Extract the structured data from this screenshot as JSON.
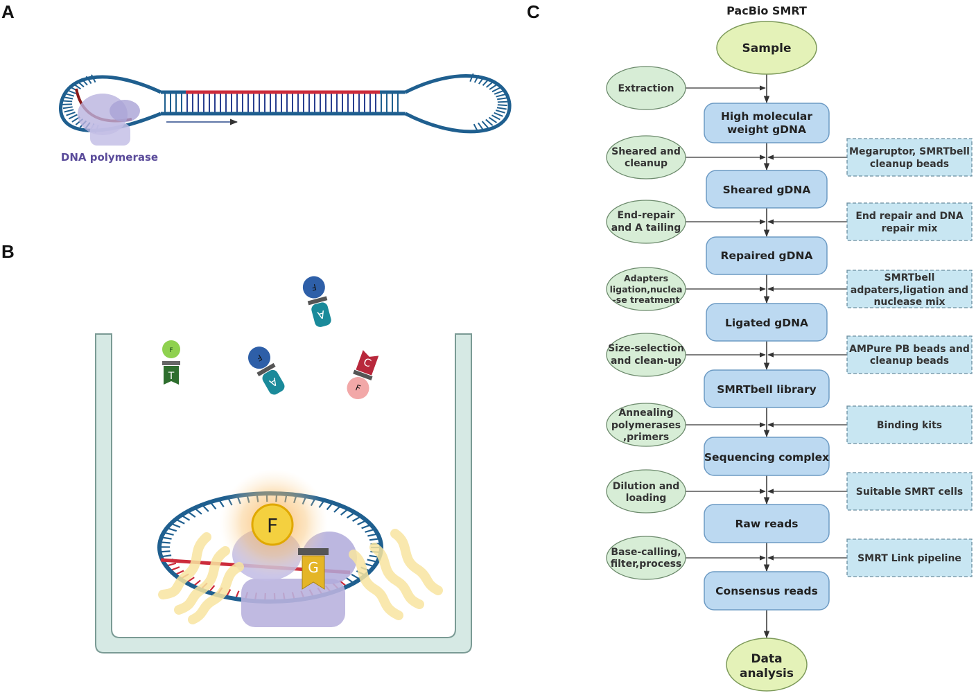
{
  "panels": {
    "a": "A",
    "b": "B",
    "c": "C"
  },
  "panel_a": {
    "enzyme_label": "DNA polymerase"
  },
  "panel_b": {
    "nucleotides": [
      {
        "dye": "F",
        "base": "T"
      },
      {
        "dye": "F",
        "base": "A"
      },
      {
        "dye": "F",
        "base": "A"
      },
      {
        "dye": "F",
        "base": "C"
      }
    ],
    "active_dye": "F",
    "active_base": "G"
  },
  "panel_c": {
    "title": "PacBio SMRT",
    "start": "Sample",
    "end_line1": "Data",
    "end_line2": "analysis",
    "main_nodes": [
      {
        "l1": "High molecular",
        "l2": "weight gDNA"
      },
      {
        "l1": "Sheared gDNA",
        "l2": ""
      },
      {
        "l1": "Repaired gDNA",
        "l2": ""
      },
      {
        "l1": "Ligated gDNA",
        "l2": ""
      },
      {
        "l1": "SMRTbell library",
        "l2": ""
      },
      {
        "l1": "Sequencing complex",
        "l2": ""
      },
      {
        "l1": "Raw reads",
        "l2": ""
      },
      {
        "l1": "Consensus reads",
        "l2": ""
      }
    ],
    "steps": [
      {
        "l1": "Extraction",
        "l2": "",
        "l3": ""
      },
      {
        "l1": "Sheared and",
        "l2": "cleanup",
        "l3": ""
      },
      {
        "l1": "End-repair",
        "l2": "and A tailing",
        "l3": ""
      },
      {
        "l1": "Adapters",
        "l2": "ligation,nuclea",
        "l3": "-se treatment"
      },
      {
        "l1": "Size-selection",
        "l2": "and clean-up",
        "l3": ""
      },
      {
        "l1": "Annealing",
        "l2": "polymerases",
        "l3": ",primers"
      },
      {
        "l1": "Dilution and",
        "l2": "loading",
        "l3": ""
      },
      {
        "l1": "Base-calling,",
        "l2": "filter,process",
        "l3": ""
      }
    ],
    "reagents": [
      {
        "l1": "Megaruptor, SMRTbell",
        "l2": "cleanup beads",
        "l3": ""
      },
      {
        "l1": "End repair and DNA",
        "l2": "repair mix",
        "l3": ""
      },
      {
        "l1": "SMRTbell",
        "l2": "adpaters,ligation and",
        "l3": "nuclease mix"
      },
      {
        "l1": "AMPure PB beads and",
        "l2": "cleanup beads",
        "l3": ""
      },
      {
        "l1": "Binding kits",
        "l2": "",
        "l3": ""
      },
      {
        "l1": "Suitable SMRT cells",
        "l2": "",
        "l3": ""
      },
      {
        "l1": "SMRT Link pipeline",
        "l2": "",
        "l3": ""
      }
    ],
    "colors": {
      "ellipse_fill": "#d7edd6",
      "start_fill": "#e4f2b8",
      "main_fill": "#bcd9f1",
      "reagent_fill": "#c8e6f2"
    }
  }
}
